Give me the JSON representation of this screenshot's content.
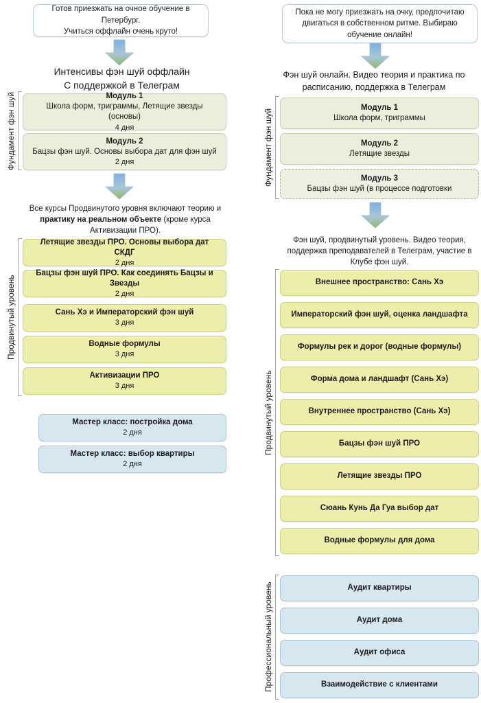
{
  "left_column": {
    "intro_bubble": {
      "lines": [
        "Готов приезжать на очное обучение в Петербург.",
        "Учиться оффлайн очень круто!"
      ]
    },
    "arrow_1": "down-arrow-icon",
    "heading": {
      "line1": "Интенсивы фэн шуй оффлайн",
      "line2": "С поддержкой в Телеграм"
    },
    "foundation": {
      "group_label": "Фундамент фэн шуй",
      "modules": [
        {
          "title": "Модуль 1",
          "subtitle": "Школа форм, триграммы, Летящие звезды (основы)",
          "days": "4 дня"
        },
        {
          "title": "Модуль 2",
          "subtitle": "Бацзы фэн шуй. Основы выбора дат для фэн шуй",
          "days": "2 дня"
        }
      ]
    },
    "arrow_2": "down-arrow-icon",
    "note": {
      "part1": "Все курсы Продвинутого уровня включают теорию и ",
      "bold": "практику на реальном объекте",
      "part2": " (кроме курса Активизации ПРО)."
    },
    "advanced": {
      "group_label": "Продвинутый уровень",
      "courses": [
        {
          "title": "Летящие звезды ПРО. Основы выбора дат СКДГ",
          "days": "2 дня"
        },
        {
          "title": "Бацзы фэн шуй ПРО. Как соединять Бацзы и Звезды",
          "days": "2 дня"
        },
        {
          "title": "Сань Хэ и Императорский фэн шуй",
          "days": "3 дня"
        },
        {
          "title": "Водные формулы",
          "days": "3 дня"
        },
        {
          "title": "Активизации ПРО",
          "days": "3 дня"
        }
      ]
    },
    "masterclasses": [
      {
        "title": "Мастер класс: постройка дома",
        "days": "2 дня"
      },
      {
        "title": "Мастер класс: выбор квартиры",
        "days": "2 дня"
      }
    ]
  },
  "right_column": {
    "intro_bubble": {
      "lines": [
        "Пока не могу приезжать на очку, предпочитаю",
        "двигаться в собственном ритме. Выбираю",
        "обучение онлайн!"
      ]
    },
    "arrow_1": "down-arrow-icon",
    "heading": {
      "line1": "Фэн шуй онлайн. Видео теория и практика по",
      "line2": "расписанию, поддержка в Телеграм"
    },
    "foundation": {
      "group_label": "Фундамент фэн шуй",
      "modules": [
        {
          "title": "Модуль 1",
          "subtitle": "Школа форм, триграммы",
          "dashed": false
        },
        {
          "title": "Модуль 2",
          "subtitle": "Летящие звезды",
          "dashed": false
        },
        {
          "title": "Модуль 3",
          "subtitle": "Бацзы фэн шуй (в процессе подготовки",
          "dashed": true
        }
      ]
    },
    "arrow_2": "down-arrow-icon",
    "note": {
      "line1": "Фэн шуй, продвинутый уровень. Видео теория,",
      "line2": "поддержка преподавателей в Телеграм, участие в",
      "line3": "Клубе фэн шуй."
    },
    "advanced": {
      "group_label": "Продвинутый уровень",
      "courses": [
        {
          "title": "Внешнее пространство: Сань Хэ"
        },
        {
          "title": "Императорский фэн шуй, оценка ландшафта"
        },
        {
          "title": "Формулы рек и дорог (водные формулы)"
        },
        {
          "title": "Форма дома и ландшафт (Сань Хэ)"
        },
        {
          "title": "Внутреннее пространство (Сань Хэ)"
        },
        {
          "title": "Бацзы фэн шуй ПРО"
        },
        {
          "title": "Летящие звезды ПРО"
        },
        {
          "title": "Сюань Кунь Да Гуа выбор дат"
        },
        {
          "title": "Водные формулы для дома"
        }
      ]
    },
    "professional": {
      "group_label": "Профессиональный уровень",
      "courses": [
        {
          "title": "Аудит квартиры"
        },
        {
          "title": "Аудит дома"
        },
        {
          "title": "Аудит офиса"
        },
        {
          "title": "Взаимодействие с клиентами"
        }
      ]
    }
  },
  "colors": {
    "green_fill": "#ebeedb",
    "green_border": "#c9d2b4",
    "yellow_fill": "#eeeeab",
    "yellow_border": "#cfd07d",
    "blue_fill": "#d6e7f0",
    "blue_border": "#a9c6d8",
    "arrow_top": "#7fb0e0",
    "arrow_bottom": "#9bc36a"
  }
}
